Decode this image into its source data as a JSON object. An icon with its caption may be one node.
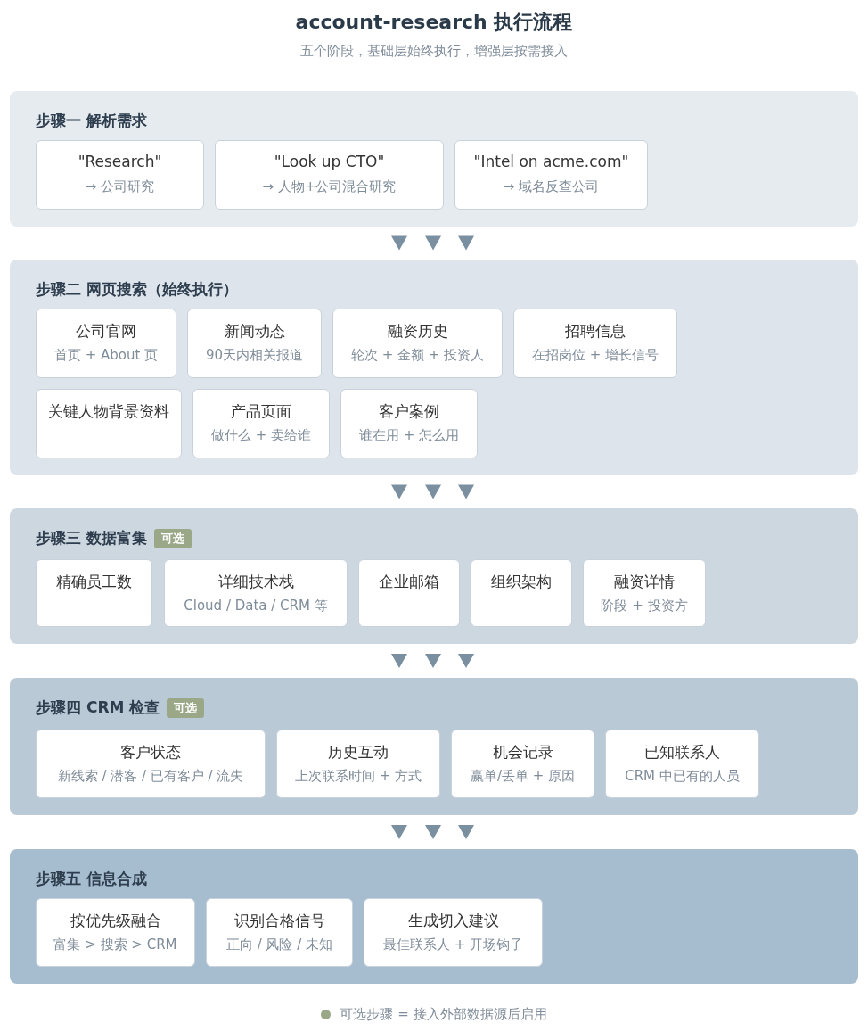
{
  "diagram": {
    "title": "account-research 执行流程",
    "caption": "五个阶段，基础层始终执行，增强层按需接入",
    "nodes": [
      {
        "text": [
          "步骤一 解析需求"
        ]
      },
      {
        "text": [
          "\"Research\"",
          "→ 公司研究"
        ],
        "in": 0
      },
      {
        "text": [
          "\"Look up CTO\"",
          "→ 人物+公司混合研究"
        ],
        "in": 0
      },
      {
        "text": [
          "\"Intel on acme.com\"",
          "→ 域名反查公司"
        ],
        "in": 0
      },
      {
        "text": [
          "步骤二 网页搜索（始终执行）"
        ]
      },
      {
        "text": [
          "公司官网",
          "首页 + About 页"
        ],
        "in": 4
      },
      {
        "text": [
          "新闻动态",
          "90天内相关报道"
        ],
        "in": 4
      },
      {
        "text": [
          "融资历史",
          "轮次 + 金额 + 投资人"
        ],
        "in": 4
      },
      {
        "text": [
          "招聘信息",
          "在招岗位 + 增长信号"
        ],
        "in": 4
      },
      {
        "text": [
          "关键人物背景资料"
        ],
        "in": 4
      },
      {
        "text": [
          "产品页面",
          "做什么 + 卖给谁"
        ],
        "in": 4
      },
      {
        "text": [
          "客户案例",
          "谁在用 + 怎么用"
        ],
        "in": 4
      },
      {
        "text": [
          "步骤三 数据富集",
          "可选"
        ]
      },
      {
        "text": [
          "精确员工数"
        ],
        "in": 12
      },
      {
        "text": [
          "详细技术栈",
          "Cloud / Data / CRM 等"
        ],
        "in": 12
      },
      {
        "text": [
          "企业邮箱"
        ],
        "in": 12
      },
      {
        "text": [
          "组织架构"
        ],
        "in": 12
      },
      {
        "text": [
          "融资详情",
          "阶段 + 投资方"
        ],
        "in": 12
      },
      {
        "text": [
          "步骤四 CRM 检查",
          "可选"
        ]
      },
      {
        "text": [
          "客户状态",
          "新线索 / 潜客 / 已有客户 / 流失"
        ],
        "in": 18
      },
      {
        "text": [
          "历史互动",
          "上次联系时间 + 方式"
        ],
        "in": 18
      },
      {
        "text": [
          "机会记录",
          "赢单/丢单 + 原因"
        ],
        "in": 18
      },
      {
        "text": [
          "已知联系人",
          "CRM 中已有的人员"
        ],
        "in": 18
      },
      {
        "text": [
          "步骤五 信息合成"
        ]
      },
      {
        "text": [
          "按优先级融合",
          "富集 > 搜索 > CRM"
        ],
        "in": 23
      },
      {
        "text": [
          "识别合格信号",
          "正向 / 风险 / 未知"
        ],
        "in": 23
      },
      {
        "text": [
          "生成切入建议",
          "最佳联系人 + 开场钩子"
        ],
        "in": 23
      }
    ],
    "edges": [
      {
        "from": 0,
        "to": 4,
        "arrow": "to"
      },
      {
        "from": 0,
        "to": 4,
        "arrow": "to"
      },
      {
        "from": 0,
        "to": 4,
        "arrow": "to"
      },
      {
        "from": 4,
        "to": 12,
        "arrow": "to"
      },
      {
        "from": 4,
        "to": 12,
        "arrow": "to"
      },
      {
        "from": 4,
        "to": 12,
        "arrow": "to"
      },
      {
        "from": 12,
        "to": 18,
        "arrow": "to"
      },
      {
        "from": 12,
        "to": 18,
        "arrow": "to"
      },
      {
        "from": 12,
        "to": 18,
        "arrow": "to"
      },
      {
        "from": 18,
        "to": 23,
        "arrow": "to"
      },
      {
        "from": 18,
        "to": 23,
        "arrow": "to"
      },
      {
        "from": 18,
        "to": 23,
        "arrow": "to"
      }
    ],
    "legend": [
      {
        "text": "可选步骤 = 接入外部数据源后启用",
        "color": "#9aa888"
      }
    ]
  }
}
